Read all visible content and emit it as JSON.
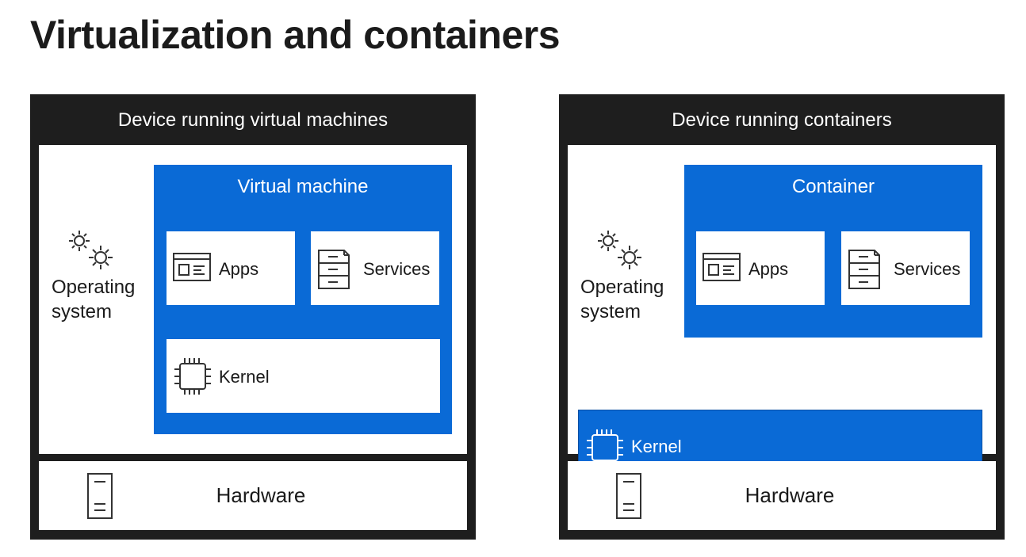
{
  "title": "Virtualization and containers",
  "vm_device": {
    "header": "Device running virtual machines",
    "os_label_line1": "Operating",
    "os_label_line2": "system",
    "vm_title": "Virtual machine",
    "apps_label": "Apps",
    "services_label": "Services",
    "kernel_label": "Kernel",
    "hardware_label": "Hardware"
  },
  "container_device": {
    "header": "Device running containers",
    "os_label_line1": "Operating",
    "os_label_line2": "system",
    "container_title": "Container",
    "apps_label": "Apps",
    "services_label": "Services",
    "kernel_label": "Kernel",
    "hardware_label": "Hardware"
  },
  "icons": [
    "gears-icon",
    "app-window-icon",
    "file-cabinet-icon",
    "chip-icon",
    "server-tower-icon"
  ],
  "colors": {
    "frame": "#1e1e1e",
    "blue": "#0a6ad6",
    "panel": "#ffffff"
  }
}
